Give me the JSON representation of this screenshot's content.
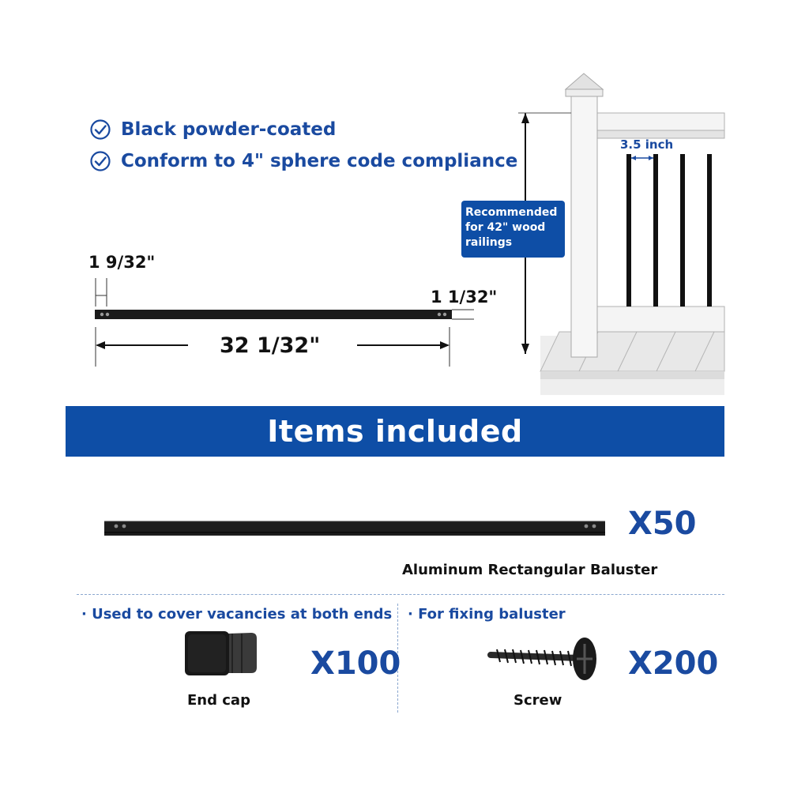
{
  "features": [
    {
      "icon": "check-circle-icon",
      "text": "Black powder-coated"
    },
    {
      "icon": "check-circle-icon",
      "text": "Conform to 4\" sphere code compliance"
    }
  ],
  "dimensions": {
    "width_label": "1 9/32\"",
    "thickness_label": "1 1/32\"",
    "length_label": "32 1/32\""
  },
  "railing": {
    "spacing_label": "3.5 inch",
    "callout": [
      "Recommended",
      "for 42\" wood",
      "railings"
    ]
  },
  "banner": {
    "title": "Items included"
  },
  "items": {
    "baluster": {
      "quantity": "X50",
      "label": "Aluminum Rectangular Baluster"
    },
    "endcap": {
      "note": "· Used to cover vacancies at both ends",
      "quantity": "X100",
      "label": "End cap"
    },
    "screw": {
      "note": "· For fixing baluster",
      "quantity": "X200",
      "label": "Screw"
    }
  },
  "colors": {
    "accent": "#0e4ea6",
    "text_blue": "#1a4aa0",
    "baluster": "#1b1b1b"
  }
}
